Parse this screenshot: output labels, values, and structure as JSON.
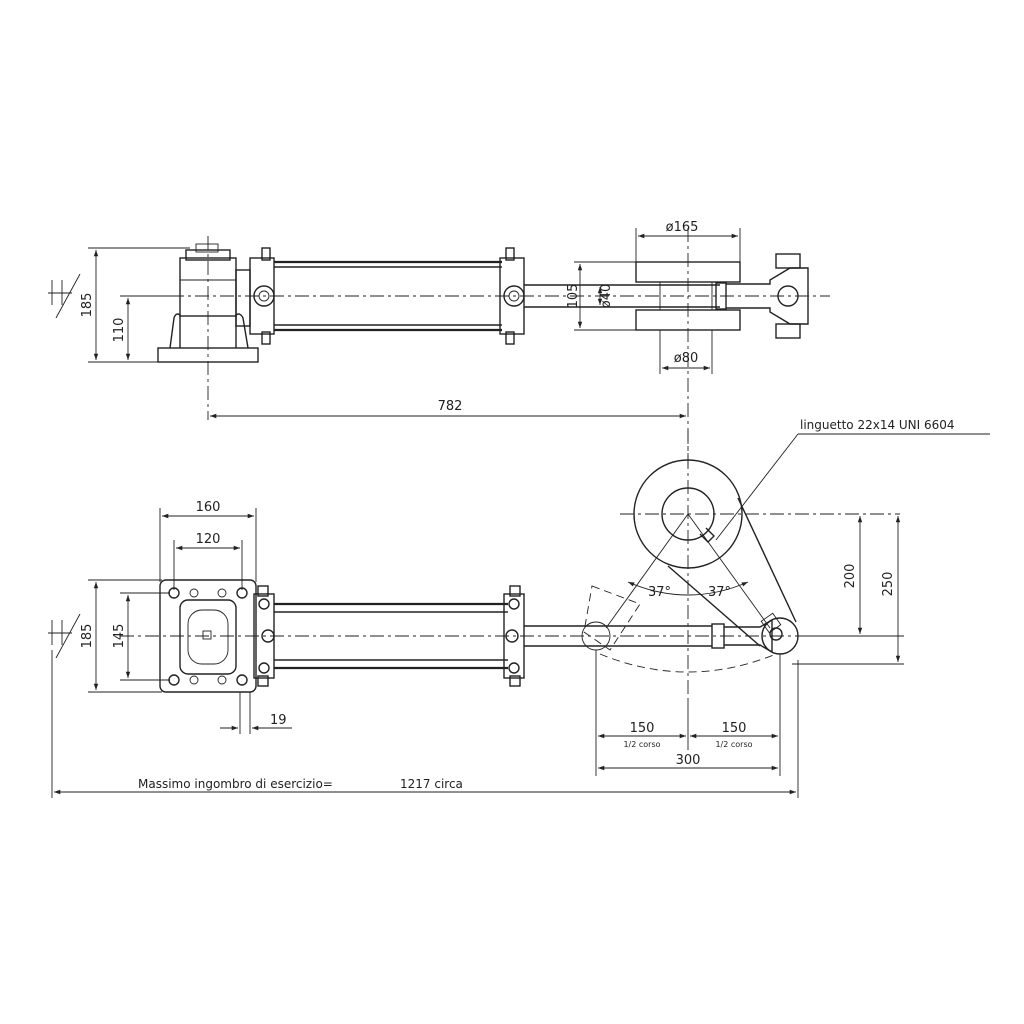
{
  "dimensions": {
    "top_height_185": "185",
    "top_height_110": "110",
    "top_dia_165": "ø165",
    "top_dia_40": "ø40",
    "top_height_105": "105",
    "top_dia_80": "ø80",
    "top_length_782": "782",
    "bottom_width_160": "160",
    "bottom_width_120": "120",
    "bottom_height_185": "185",
    "bottom_height_145": "145",
    "bottom_offset_19": "19",
    "arm_height_200": "200",
    "arm_height_250": "250",
    "angle_left": "37°",
    "angle_right": "37°",
    "stroke_half_left": "150",
    "stroke_half_right": "150",
    "stroke_total": "300"
  },
  "labels": {
    "key_note": "linguetto 22x14 UNI 6604",
    "half_stroke_left": "1/2 corso",
    "half_stroke_right": "1/2 corso",
    "max_envelope_label": "Massimo ingombro di esercizio=",
    "max_envelope_value": "1217 circa"
  },
  "colors": {
    "line": "#222222",
    "background": "#ffffff"
  }
}
